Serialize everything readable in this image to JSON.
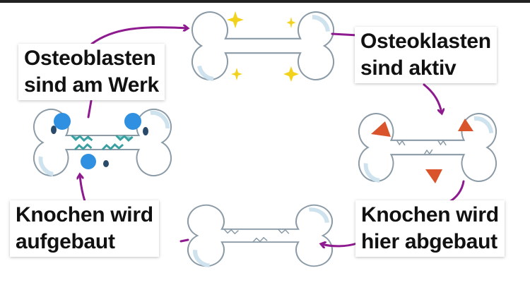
{
  "labels": {
    "osteoblasts": {
      "line1": "Osteoblasten",
      "line2": "sind am Werk"
    },
    "osteoclasts": {
      "line1": "Osteoklasten",
      "line2": "sind aktiv"
    },
    "built": {
      "line1": "Knochen wird",
      "line2": "aufgebaut"
    },
    "degraded": {
      "line1": "Knochen wird",
      "line2": "hier abgebaut"
    }
  },
  "colors": {
    "arrow": "#8e1a8f",
    "bone_stroke": "#8a9aa6",
    "bone_shade": "#cfe3ef",
    "sparkle": "#f2d21a",
    "osteoblast": "#2f8fe0",
    "osteoclast": "#d9542a"
  }
}
